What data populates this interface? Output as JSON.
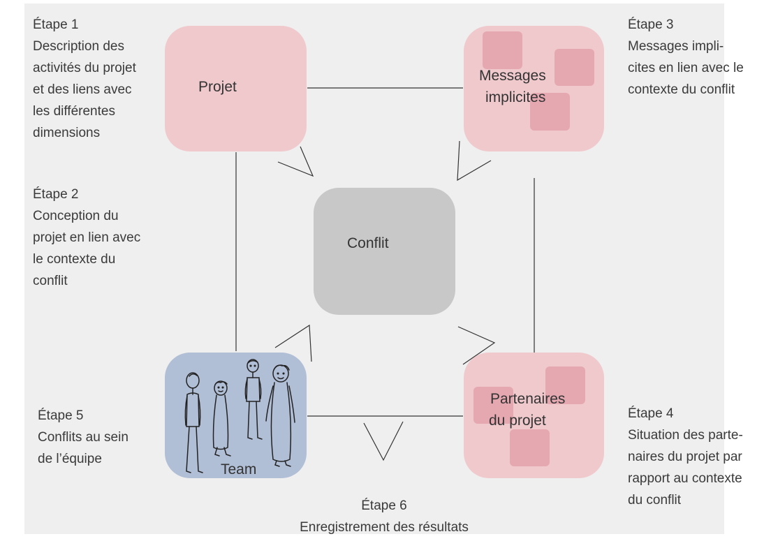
{
  "nodes": {
    "projet": "Projet",
    "conflit": "Conflit",
    "messages": [
      "Messages",
      "implicites"
    ],
    "partenaires": [
      "Partenaires",
      "du projet"
    ],
    "team": "Team"
  },
  "steps": {
    "step1": {
      "title": "Étape 1",
      "lines": [
        "Description des",
        "activités du projet",
        "et des liens avec",
        "les différentes",
        "dimensions"
      ]
    },
    "step2": {
      "title": "Étape 2",
      "lines": [
        "Conception du",
        "projet en lien avec",
        "le contexte du",
        "conflit"
      ]
    },
    "step3": {
      "title": "Étape 3",
      "lines": [
        "Messages impli-",
        "cites en lien avec le",
        "contexte du conflit"
      ]
    },
    "step4": {
      "title": "Étape 4",
      "lines": [
        "Situation des parte-",
        "naires du projet par",
        "rapport au contexte",
        "du conflit"
      ]
    },
    "step5": {
      "title": "Étape 5",
      "lines": [
        "Conflits au sein",
        "de l’équipe"
      ]
    },
    "step6": {
      "title": "Étape 6",
      "lines": [
        "Enregistrement des résultats"
      ]
    }
  },
  "colors": {
    "background": "#efefef",
    "pink_box": "#f0c9cd",
    "pink_square": "#e5a8b0",
    "grey_box": "#c8c8c8",
    "blue_box": "#b0bed6",
    "line": "#333333"
  },
  "icons": [
    "stick-figures-illustration"
  ]
}
